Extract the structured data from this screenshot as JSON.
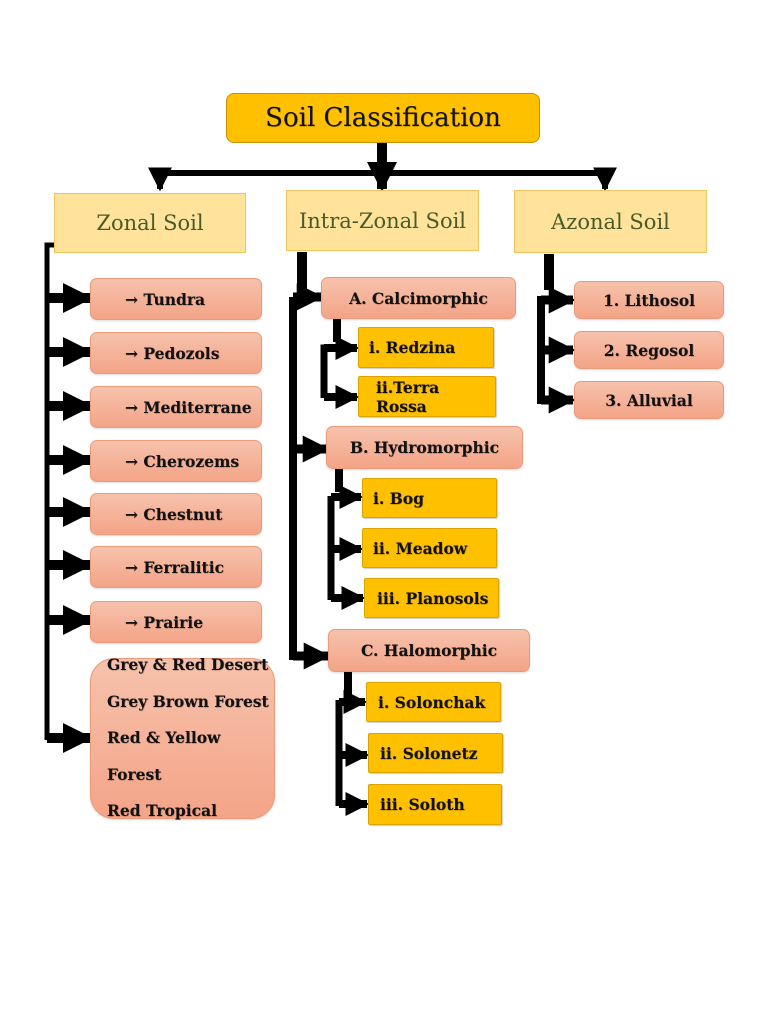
{
  "title": "Soil Classification",
  "categories": {
    "zonal": "Zonal Soil",
    "intra": "Intra-Zonal Soil",
    "azonal": "Azonal Soil"
  },
  "zonal_items": [
    "→ Tundra",
    "→ Pedozols",
    "→ Mediterrane",
    "→ Cherozems",
    "→ Chestnut",
    "→ Ferralitic",
    "→ Prairie"
  ],
  "zonal_group": [
    "Grey & Red Desert",
    "Grey Brown Forest",
    "Red & Yellow Forest",
    "Red Tropical"
  ],
  "intra_groups": [
    {
      "label": "A.  Calcimorphic",
      "items": [
        "i.  Redzina",
        "ii.Terra Rossa"
      ]
    },
    {
      "label": "B. Hydromorphic",
      "items": [
        "i.  Bog",
        "ii.  Meadow",
        "iii.  Planosols"
      ]
    },
    {
      "label": "C. Halomorphic",
      "items": [
        "i.  Solonchak",
        "ii.  Solonetz",
        "iii.  Soloth"
      ]
    }
  ],
  "azonal_items": [
    "1.   Lithosol",
    "2.   Regosol",
    "3.   Alluvial"
  ],
  "colors": {
    "gold": "#ffc000",
    "pale_yellow": "#ffe39a",
    "salmon": "#f4a487",
    "connector": "#000000"
  }
}
